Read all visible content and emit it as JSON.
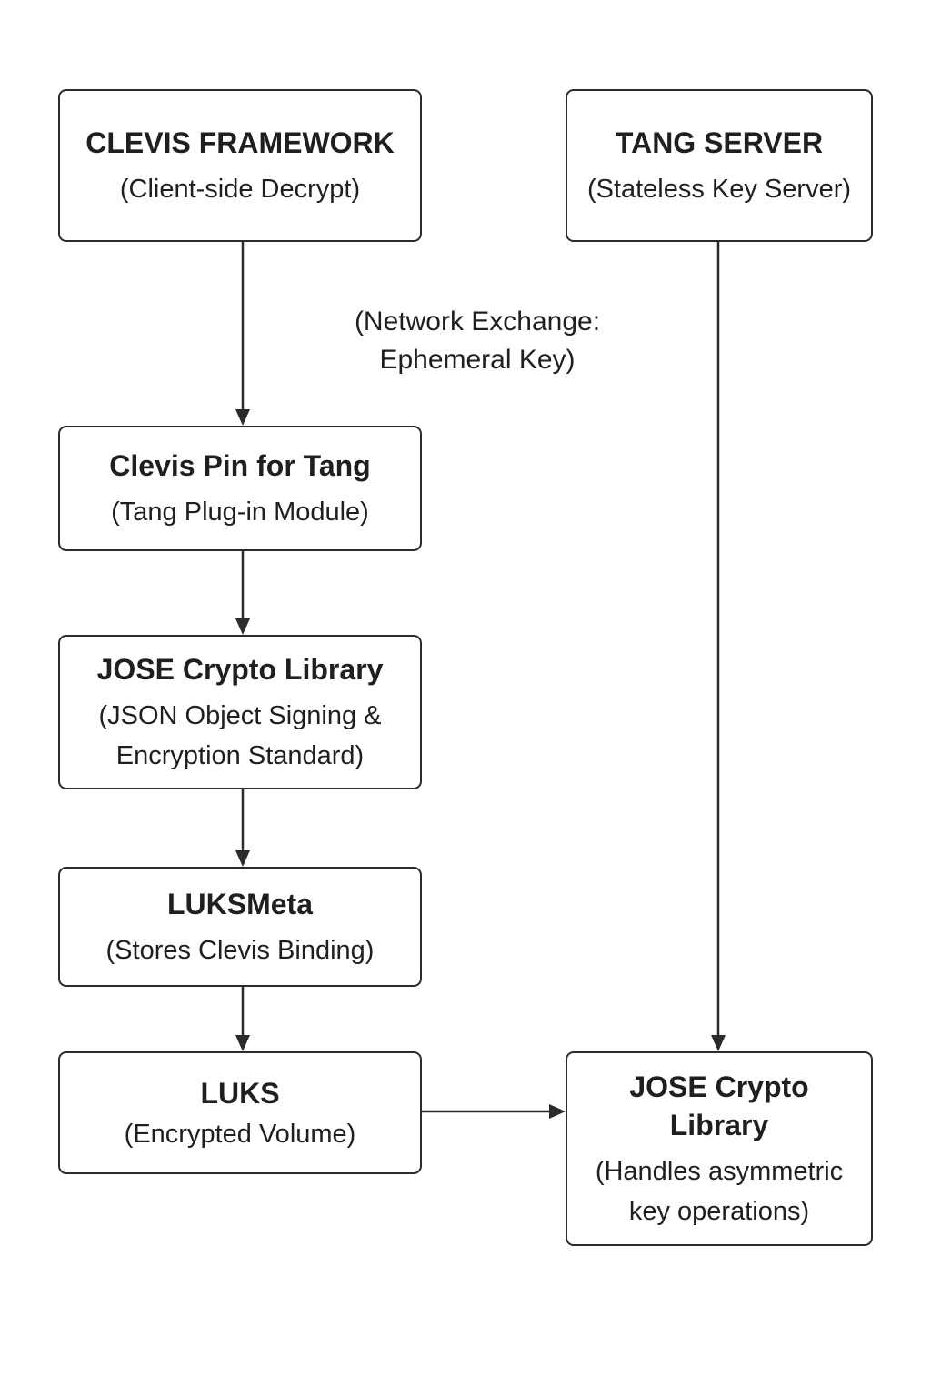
{
  "boxes": {
    "clevis": {
      "title": "CLEVIS FRAMEWORK",
      "subtitle": "(Client-side Decrypt)"
    },
    "tang": {
      "title": "TANG SERVER",
      "subtitle": "(Stateless Key Server)"
    },
    "pin": {
      "title": "Clevis Pin for Tang",
      "subtitle": "(Tang Plug-in Module)"
    },
    "jose": {
      "title": "JOSE Crypto Library",
      "subtitle_line1": "(JSON Object Signing &",
      "subtitle_line2": "Encryption Standard)"
    },
    "luksmeta": {
      "title": "LUKSMeta",
      "subtitle": "(Stores Clevis Binding)"
    },
    "luks": {
      "title": "LUKS",
      "subtitle": "(Encrypted Volume)"
    },
    "jose_right": {
      "title_line1": "JOSE Crypto",
      "title_line2": "Library",
      "subtitle_line1": "(Handles asymmetric",
      "subtitle_line2": "key operations)"
    }
  },
  "annotations": {
    "network_line1": "(Network Exchange:",
    "network_line2": "Ephemeral Key)"
  },
  "colors": {
    "stroke": "#2b2b2b",
    "text": "#1f1f1f",
    "background": "#ffffff"
  }
}
